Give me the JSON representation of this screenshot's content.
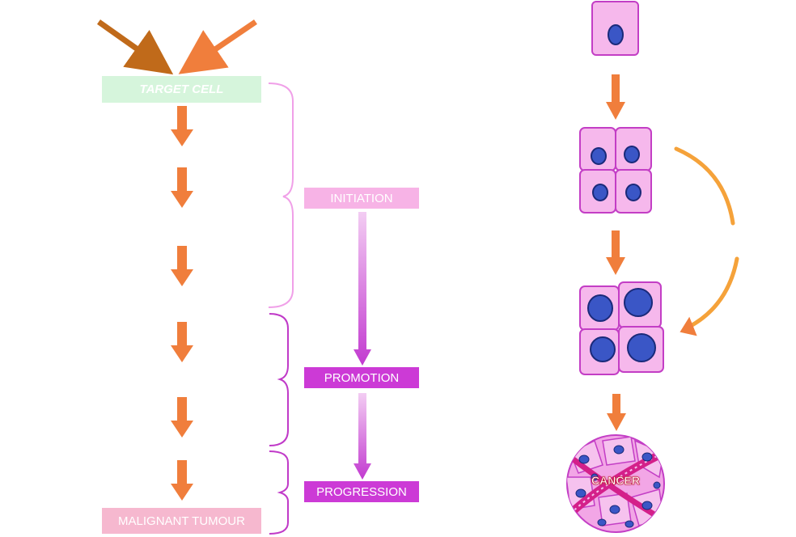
{
  "stages": {
    "target_cell": "TARGET CELL",
    "malignant_tumour": "MALIGNANT TUMOUR",
    "initiation": "INITIATION",
    "promotion": "PROMOTION",
    "progression": "PROGRESSION",
    "cancer": "CANCER"
  },
  "colors": {
    "orange_arrow": "#f07e3c",
    "orange_light": "#f5a23a",
    "brown_arrow": "#c06a1a",
    "target_box": "#d6f5dc",
    "malignant_box": "#f6b8cf",
    "initiation_box": "#f7b3e6",
    "phase_box": "#cc3ad6",
    "cell_fill": "#f6b8ec",
    "cell_stroke": "#c33ec5",
    "nucleus_fill": "#3a56c6",
    "nucleus_stroke": "#1a2a7a",
    "brace_light": "#f0a0e8",
    "brace_dark": "#c03ac8"
  }
}
